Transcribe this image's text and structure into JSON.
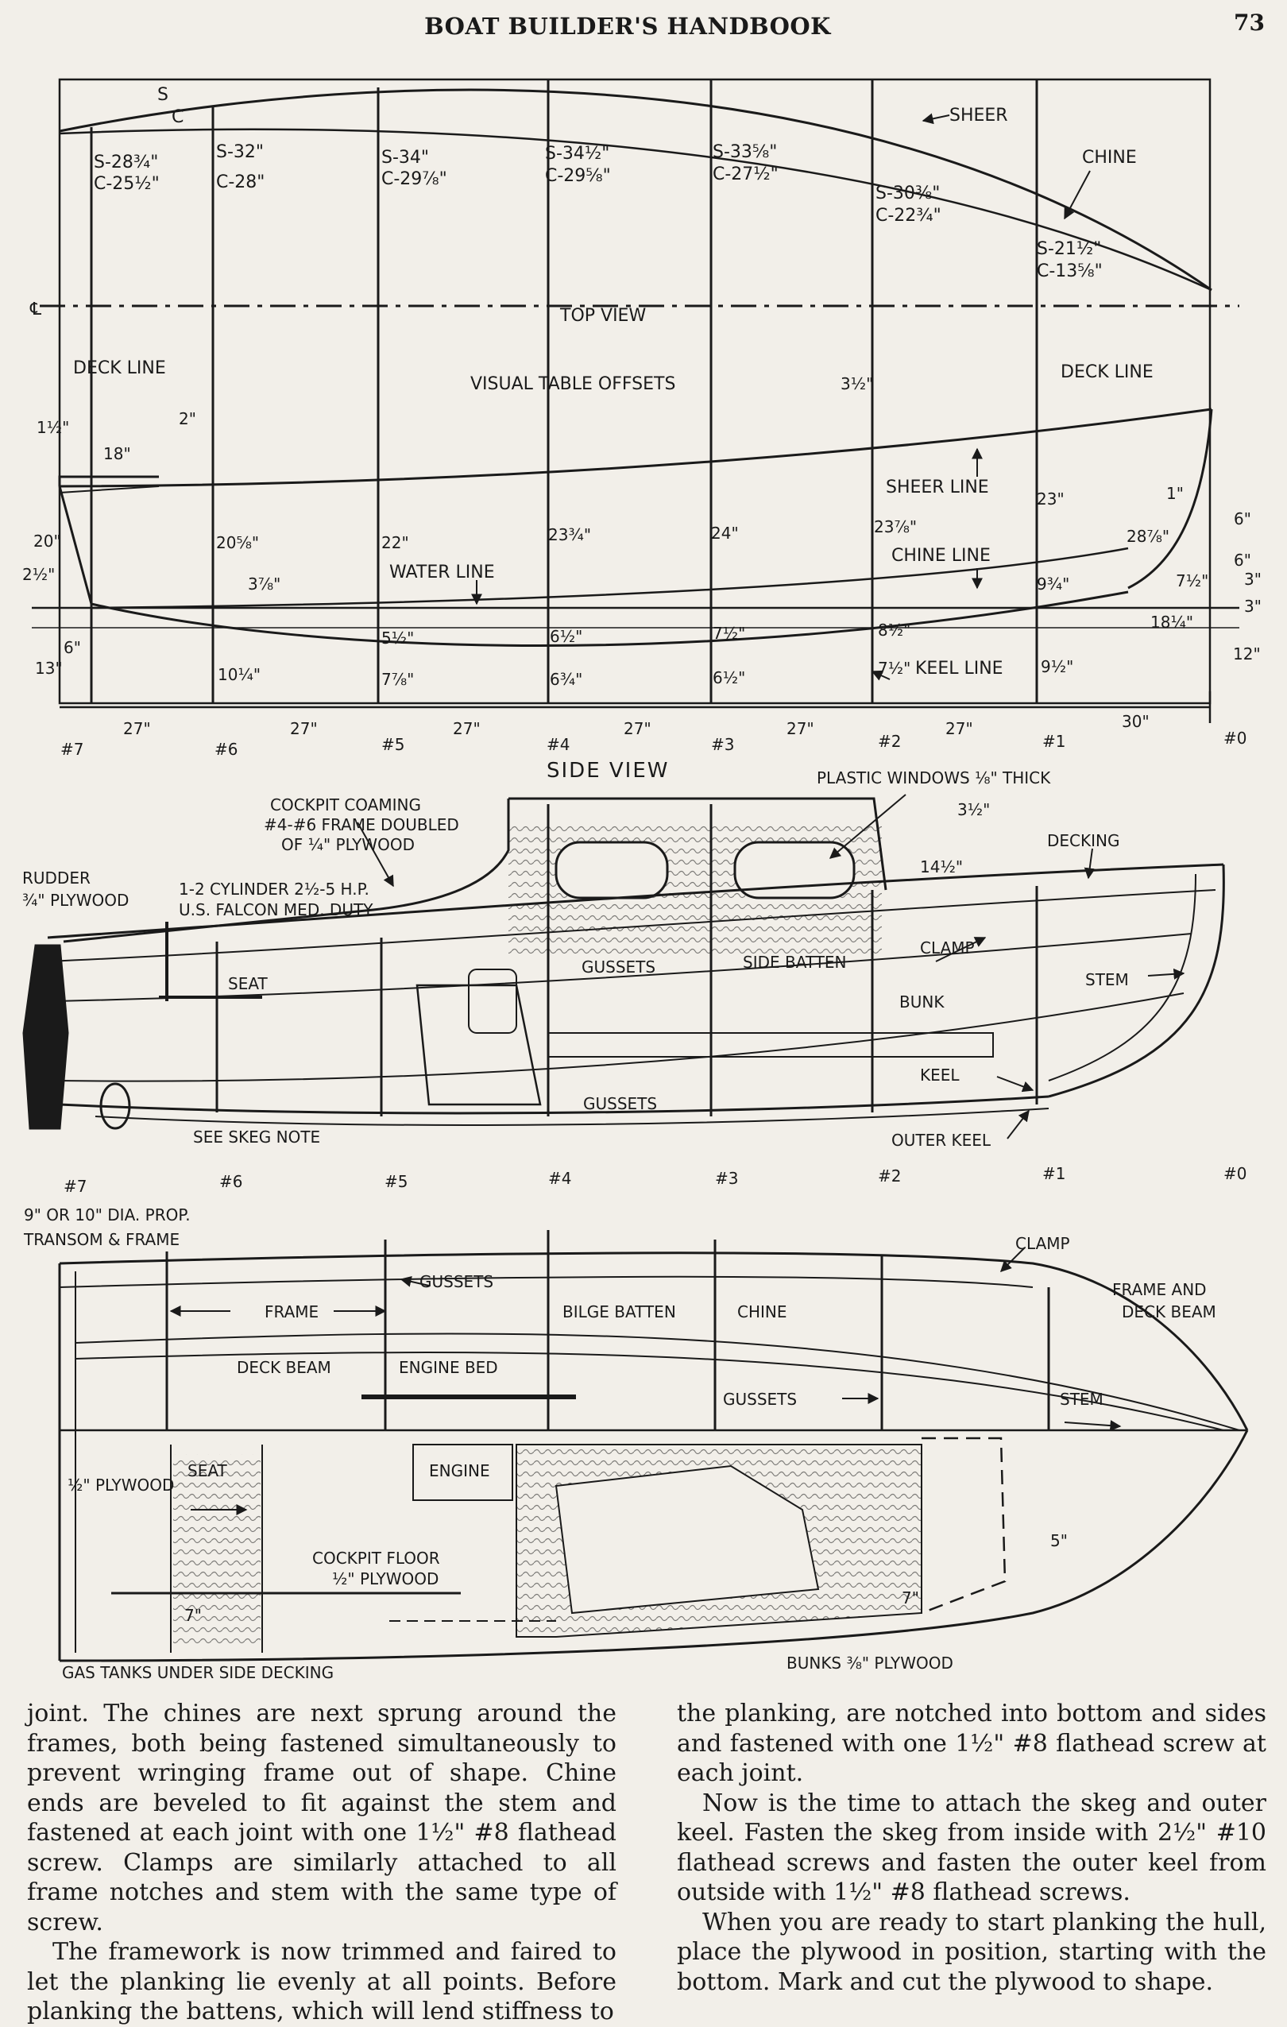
{
  "header": {
    "running_head": "BOAT BUILDER'S HANDBOOK",
    "page_number": "73"
  },
  "top_view": {
    "title": "TOP VIEW",
    "letters": {
      "s": "S",
      "c": "C"
    },
    "offsets": [
      {
        "s": "S-28¾\"",
        "c": "C-25½\""
      },
      {
        "s": "S-32\"",
        "c": "C-28\""
      },
      {
        "s": "S-34\"",
        "c": "C-29⅞\""
      },
      {
        "s": "S-34½\"",
        "c": "C-29⅝\""
      },
      {
        "s": "S-33⅝\"",
        "c": "C-27½\""
      },
      {
        "s": "S-30⅜\"",
        "c": "C-22¾\""
      },
      {
        "s": "S-21½\"",
        "c": "C-13⅝\""
      }
    ],
    "sheer": "SHEER",
    "chine": "CHINE",
    "centerline": "℄"
  },
  "side_offsets": {
    "title": "VISUAL TABLE OFFSETS",
    "deck_line_left": "DECK LINE",
    "deck_line_right": "DECK LINE",
    "sheer_line": "SHEER LINE",
    "chine_line": "CHINE LINE",
    "water_line": "WATER LINE",
    "keel_line": "KEEL LINE",
    "dims": {
      "d_1_5": "1½\"",
      "d_18": "18\"",
      "d_2": "2\"",
      "d_3_5": "3½\"",
      "d_20": "20\"",
      "d_2_5": "2½\"",
      "d_6": "6\"",
      "d_13": "13\"",
      "d_20_58": "20⅝\"",
      "d_3_78": "3⅞\"",
      "d_10_25": "10¼\"",
      "d_22": "22\"",
      "d_5_5": "5½\"",
      "d_7_78": "7⅞\"",
      "d_23_75": "23¾\"",
      "d_6_5": "6½\"",
      "d_6_75": "6¾\"",
      "d_24": "24\"",
      "d_7_5": "7½\"",
      "d_6_5b": "6½\"",
      "d_23_78": "23⅞\"",
      "d_8_5": "8½\"",
      "d_7_5b": "7½\"",
      "d_23": "23\"",
      "d_9_75": "9¾\"",
      "d_9_5": "9½\"",
      "d_1": "1\"",
      "d_28_78": "28⅞\"",
      "d_6r1": "6\"",
      "d_6r2": "6\"",
      "d_7_5r": "7½\"",
      "d_3a": "3\"",
      "d_3b": "3\"",
      "d_18_25": "18¼\"",
      "d_12": "12\""
    },
    "spacing": [
      "27\"",
      "27\"",
      "27\"",
      "27\"",
      "27\"",
      "27\"",
      "30\""
    ],
    "stations": [
      "#7",
      "#6",
      "#5",
      "#4",
      "#3",
      "#2",
      "#1",
      "#0"
    ]
  },
  "side_view": {
    "title": "SIDE VIEW",
    "labels": {
      "cockpit_coaming": [
        "COCKPIT COAMING",
        "#4-#6 FRAME DOUBLED",
        "OF ¼\" PLYWOOD"
      ],
      "rudder": [
        "RUDDER",
        "¾\" PLYWOOD"
      ],
      "engine": [
        "1-2 CYLINDER 2½-5 H.P.",
        "U.S. FALCON MED. DUTY"
      ],
      "plastic_windows": "PLASTIC WINDOWS ⅛\" THICK",
      "d_3_5": "3½\"",
      "d_14_5": "14½\"",
      "decking": "DECKING",
      "seat": "SEAT",
      "gussets_top": "GUSSETS",
      "side_batten": "SIDE BATTEN",
      "clamp": "CLAMP",
      "stem": "STEM",
      "bunk": "BUNK",
      "keel": "KEEL",
      "gussets_bottom": "GUSSETS",
      "skeg_note": "SEE SKEG NOTE",
      "outer_keel": "OUTER KEEL",
      "prop": "9\" OR 10\" DIA. PROP."
    },
    "stations": [
      "#7",
      "#6",
      "#5",
      "#4",
      "#3",
      "#2",
      "#1",
      "#0"
    ]
  },
  "plan_view": {
    "labels": {
      "transom": "TRANSOM & FRAME",
      "gussets_top": "GUSSETS",
      "clamp": "CLAMP",
      "frame": "FRAME",
      "bilge_batten": "BILGE BATTEN",
      "chine": "CHINE",
      "frame_deck_beam": [
        "FRAME AND",
        "DECK BEAM"
      ],
      "deck_beam": "DECK BEAM",
      "engine_bed": "ENGINE BED",
      "gussets_mid": "GUSSETS",
      "stem": "STEM",
      "plywood_half": "½\" PLYWOOD",
      "seat": "SEAT",
      "engine": "ENGINE",
      "cockpit_floor": [
        "COCKPIT FLOOR",
        "½\" PLYWOOD"
      ],
      "d_5": "5\"",
      "d_7a": "7\"",
      "d_7b": "7\"",
      "gas_tanks": "GAS TANKS UNDER SIDE DECKING",
      "bunks": "BUNKS ⅜\" PLYWOOD"
    }
  },
  "body_text": {
    "col1": [
      {
        "indent": false,
        "text": "joint. The chines are next sprung around the frames, both being fastened simultaneously to prevent wringing frame out of shape. Chine ends are beveled to fit against the stem and fastened at each joint with one 1½\" #8 flathead screw. Clamps are similarly attached to all frame notches and stem with the same type of screw."
      },
      {
        "indent": true,
        "text": "The framework is now trimmed and faired to let the planking lie evenly at all points. Before planking the battens, which will lend stiffness to"
      }
    ],
    "col2": [
      {
        "indent": false,
        "text": "the planking, are notched into bottom and sides and fastened with one 1½\" #8 flathead screw at each joint."
      },
      {
        "indent": true,
        "text": "Now is the time to attach the skeg and outer keel. Fasten the skeg from inside with 2½\" #10 flathead screws and fasten the outer keel from outside with 1½\" #8 flathead screws."
      },
      {
        "indent": true,
        "text": "When you are ready to start planking the hull, place the plywood in position, starting with the bottom. Mark and cut the plywood to shape."
      }
    ]
  }
}
